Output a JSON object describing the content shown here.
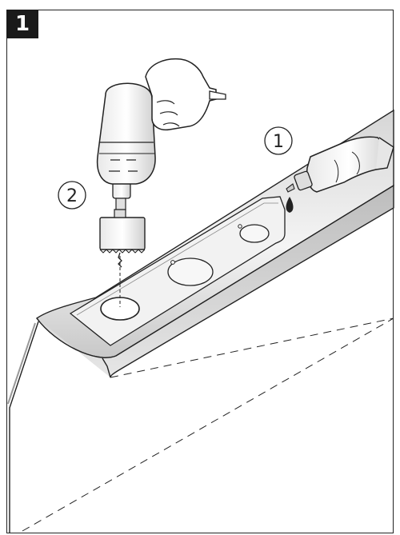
{
  "step": {
    "number": "1"
  },
  "callouts": [
    {
      "label": "1"
    },
    {
      "label": "2"
    }
  ],
  "colors": {
    "ink": "#222222",
    "steel_light": "#f2f2f2",
    "steel_dark": "#bdbdbd",
    "badge": "#1a1a1a"
  }
}
